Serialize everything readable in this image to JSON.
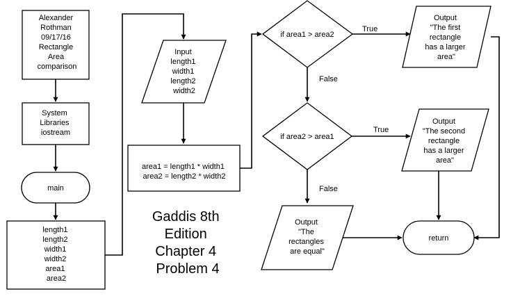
{
  "nodes": {
    "header": [
      "Alexander",
      "Rothman",
      "09/17/16",
      "Rectangle",
      "Area",
      "comparison"
    ],
    "libraries": [
      "System",
      "Libraries",
      "iostream"
    ],
    "main": [
      "main"
    ],
    "variables": [
      "length1",
      "length2",
      "width1",
      "width2",
      "area1",
      "area2"
    ],
    "input": [
      "Input",
      "length1",
      "width1",
      "length2",
      "width2"
    ],
    "compute": [
      "area1 = length1 * width1",
      "area2 = length2 * width2"
    ],
    "decision1": [
      "if area1 > area2"
    ],
    "output1": [
      "Output",
      "\"The first",
      "rectangle",
      "has a larger",
      "area\""
    ],
    "decision2": [
      "if area2 > area1"
    ],
    "output2": [
      "Output",
      "\"The second",
      "rectangle",
      "has a larger",
      "area\""
    ],
    "output3": [
      "Output",
      "\"The",
      "rectangles",
      "are equal\""
    ],
    "return": [
      "return"
    ]
  },
  "edge_labels": {
    "d1_true": "True",
    "d1_false": "False",
    "d2_true": "True",
    "d2_false": "False"
  },
  "caption": [
    "Gaddis 8th",
    "Edition",
    "Chapter 4",
    "Problem 4"
  ]
}
